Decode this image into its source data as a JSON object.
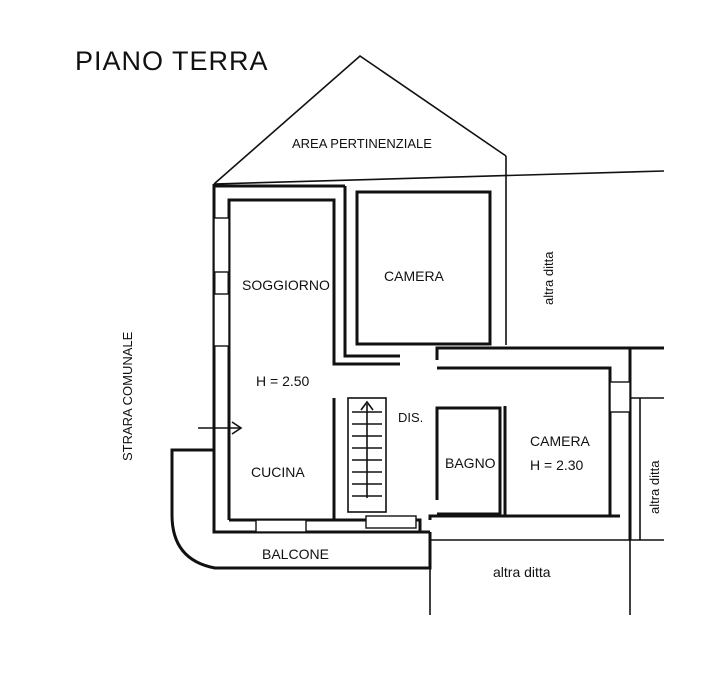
{
  "title": "PIANO  TERRA",
  "rooms": {
    "soggiorno": "SOGGIORNO",
    "soggiorno_height": "H = 2.50",
    "cucina": "CUCINA",
    "camera_top": "CAMERA",
    "disimpegno": "DIS.",
    "bagno": "BAGNO",
    "camera_right": "CAMERA",
    "camera_right_height": "H = 2.30",
    "balcone": "BALCONE"
  },
  "surroundings": {
    "area_pertinenziale": "AREA PERTINENZIALE",
    "strada": "STRARA COMUNALE",
    "altra_ditta_1": "altra ditta",
    "altra_ditta_2": "altra ditta",
    "altra_ditta_3": "altra ditta"
  }
}
